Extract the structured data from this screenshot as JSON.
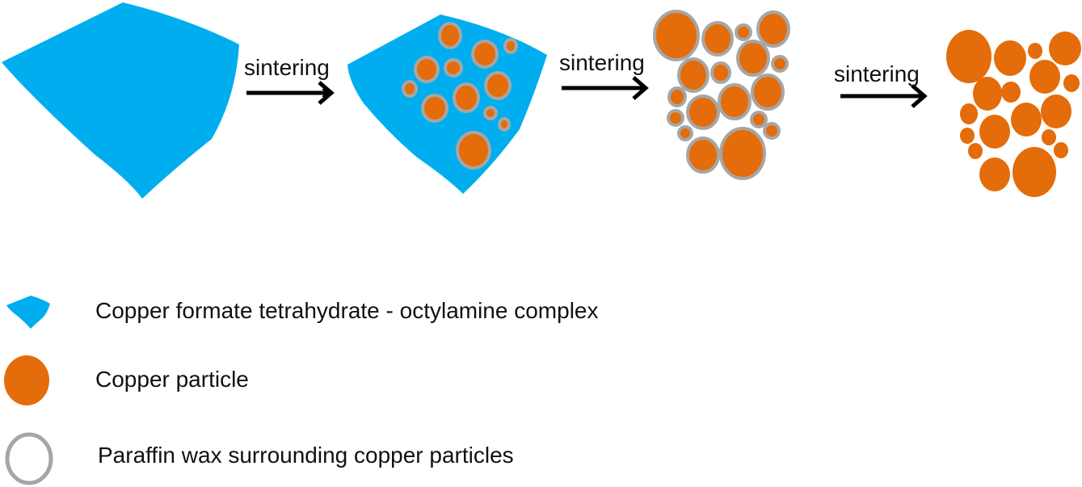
{
  "colors": {
    "complex": "#00AEEF",
    "particle": "#E46C0A",
    "wax": "#A6A6A6",
    "arrow": "#000000"
  },
  "process": {
    "arrow_labels": [
      "sintering",
      "sintering",
      "sintering"
    ]
  },
  "legend": {
    "items": [
      {
        "symbol": "blue-complex-shape",
        "label": "Copper formate tetrahydrate - octylamine complex"
      },
      {
        "symbol": "orange-filled-circle",
        "label": "Copper particle"
      },
      {
        "symbol": "gray-ring",
        "label": "Paraffin wax surrounding copper particles"
      }
    ]
  }
}
